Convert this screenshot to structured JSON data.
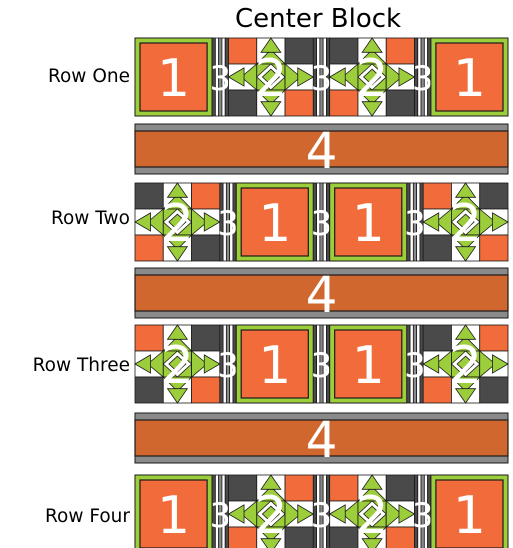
{
  "title": "Center Block",
  "colors": {
    "orange": "#f26b3a",
    "rust": "#d0672e",
    "green": "#9ccd3a",
    "dark": "#4a4a4a",
    "gray": "#8a8a8a",
    "outline": "#1a1a1a",
    "light": "#ffffff",
    "number": "#ffffff"
  },
  "rows": [
    {
      "label": "Row One",
      "blocks": [
        "1",
        "3",
        "2",
        "3",
        "2",
        "3",
        "1"
      ]
    },
    {
      "label": "Row Two",
      "blocks": [
        "2",
        "3",
        "1",
        "3",
        "1",
        "3",
        "2"
      ]
    },
    {
      "label": "Row Three",
      "blocks": [
        "2",
        "3",
        "1",
        "3",
        "1",
        "3",
        "2"
      ]
    },
    {
      "label": "Row Four",
      "blocks": [
        "1",
        "3",
        "2",
        "3",
        "2",
        "3",
        "1"
      ]
    }
  ],
  "sashing": [
    {
      "label": "4"
    },
    {
      "label": "4"
    },
    {
      "label": "4"
    }
  ]
}
